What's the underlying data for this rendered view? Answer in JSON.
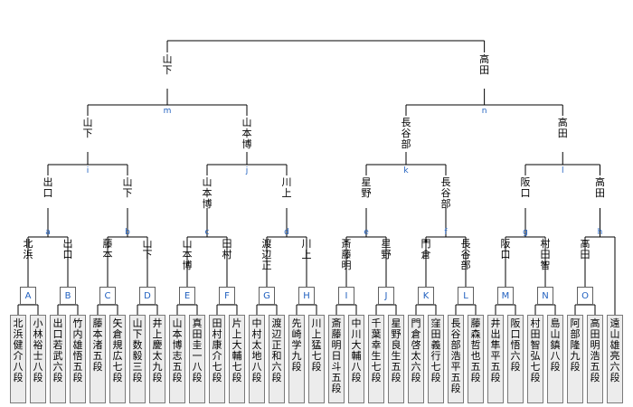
{
  "round1_labels": [
    "A",
    "B",
    "C",
    "D",
    "E",
    "F",
    "G",
    "H",
    "I",
    "J",
    "K",
    "L",
    "M",
    "N",
    "O"
  ],
  "players": [
    "北浜健介八段",
    "小林裕士八段",
    "出口若武六段",
    "竹内雄悟五段",
    "藤本　渚五段",
    "矢倉規広七段",
    "山下数毅三段",
    "井上慶太九段",
    "山本博志五段",
    "真田圭一八段",
    "田村康介七段",
    "片上大輔七段",
    "中村太地八段",
    "渡辺正和六段",
    "先崎　学九段",
    "川上　猛七段",
    "斎藤明日斗五段",
    "中川大輔八段",
    "千葉幸生七段",
    "星野良生五段",
    "門倉啓太六段",
    "窪田義行七段",
    "長谷部浩平五段",
    "藤森哲也五段",
    "井出隼平五段",
    "阪口　悟六段",
    "村田智弘七段",
    "島山　鎮八段",
    "阿部　隆九段",
    "高田明浩五段",
    "遠山雄亮六段"
  ],
  "round2": [
    {
      "label": "a",
      "top": "北浜",
      "bottom": "出口"
    },
    {
      "label": "b",
      "top": "藤本",
      "bottom": "山下"
    },
    {
      "label": "c",
      "top": "山本博",
      "bottom": "田村"
    },
    {
      "label": "d",
      "top": "渡辺正",
      "bottom": "川上"
    },
    {
      "label": "e",
      "top": "斎藤明",
      "bottom": "星野"
    },
    {
      "label": "f",
      "top": "門倉",
      "bottom": "長谷部"
    },
    {
      "label": "g",
      "top": "阪口",
      "bottom": "村田智"
    },
    {
      "label": "h",
      "top": "高田",
      "bottom": ""
    }
  ],
  "round3": [
    {
      "label": "i",
      "left": "出口",
      "right": "山下"
    },
    {
      "label": "j",
      "left": "山本博",
      "right": "川上"
    },
    {
      "label": "k",
      "left": "星野",
      "right": "長谷部"
    },
    {
      "label": "l",
      "left": "阪口",
      "right": "高田"
    }
  ],
  "round4": [
    {
      "label": "m",
      "left": "山下",
      "right": "山本博"
    },
    {
      "label": "n",
      "left": "長谷部",
      "right": "高田"
    }
  ],
  "final": {
    "left": "山下",
    "right": "高田"
  }
}
